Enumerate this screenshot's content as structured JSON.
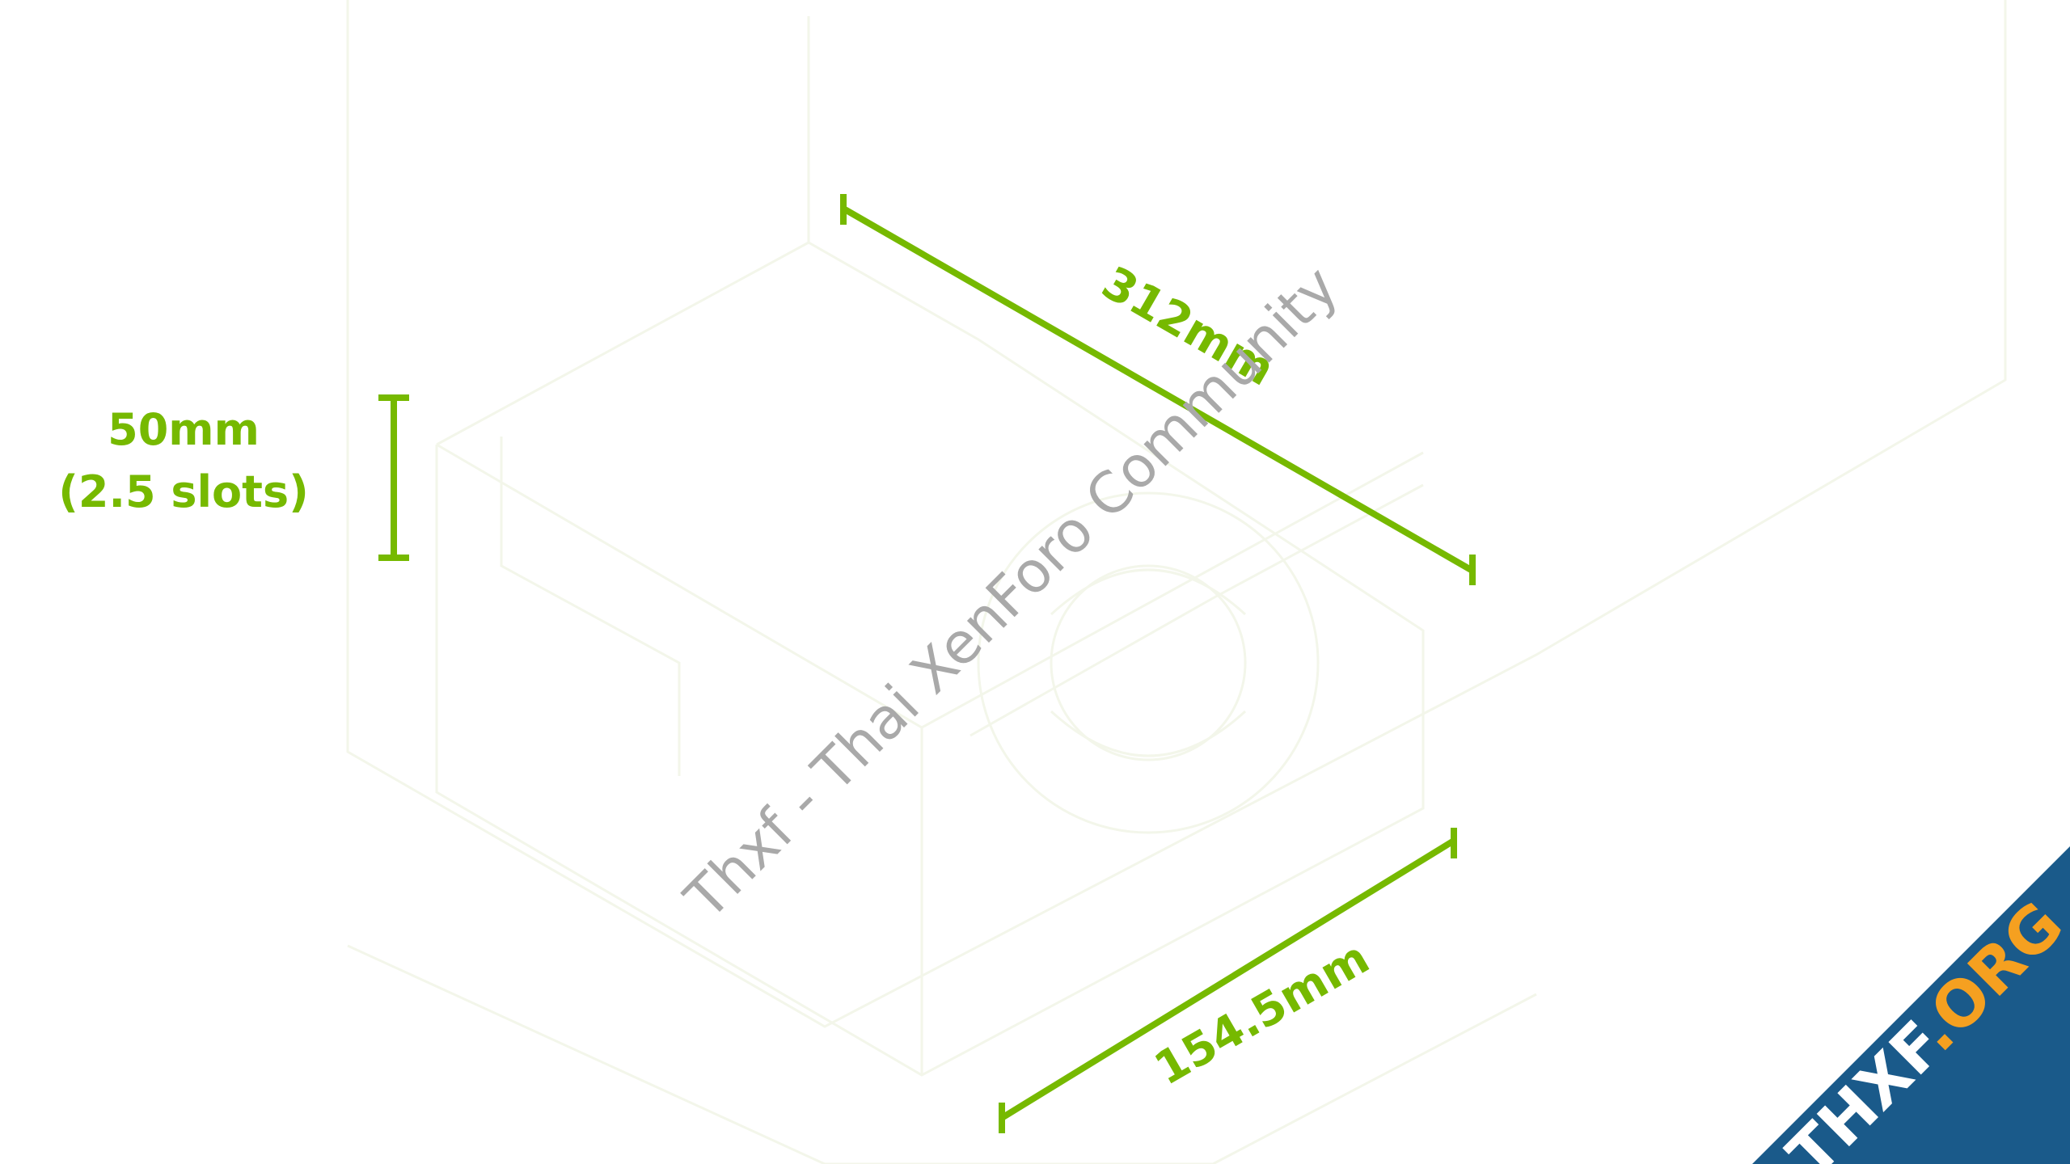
{
  "dimensions": {
    "height_label_line1": "50mm",
    "height_label_line2": "(2.5 slots)",
    "length_label": "312mm",
    "width_label": "154.5mm"
  },
  "watermark": {
    "text": "Thxf - Thai XenForo Community"
  },
  "badge": {
    "brand": "THXF",
    "suffix": ".ORG"
  },
  "colors": {
    "accent": "#76b900",
    "outline": "#f3f6ea",
    "watermark": "#a9a9a9",
    "badge_background": "#1a5a8a",
    "badge_text": "#ffffff",
    "badge_suffix": "#f5a020"
  }
}
